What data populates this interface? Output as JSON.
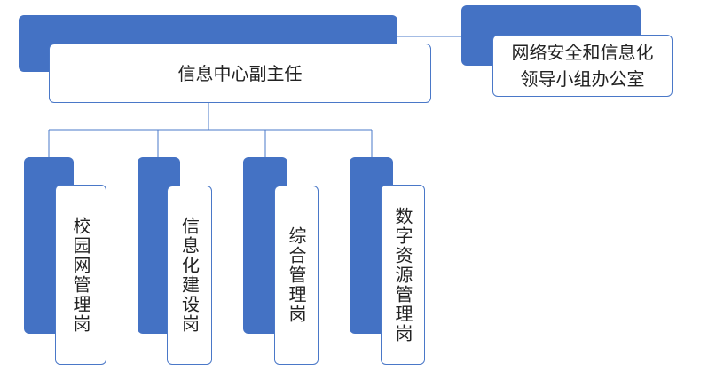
{
  "colors": {
    "accent": "#4472c4",
    "border": "#4a78c8",
    "text": "#222222"
  },
  "chart": {
    "title": "信息中心副主任",
    "advisor": "网络安全和信息化\n领导小组办公室",
    "positions": [
      "校园网管理岗",
      "信息化建设岗",
      "综合管理岗",
      "数字资源管理岗"
    ]
  }
}
